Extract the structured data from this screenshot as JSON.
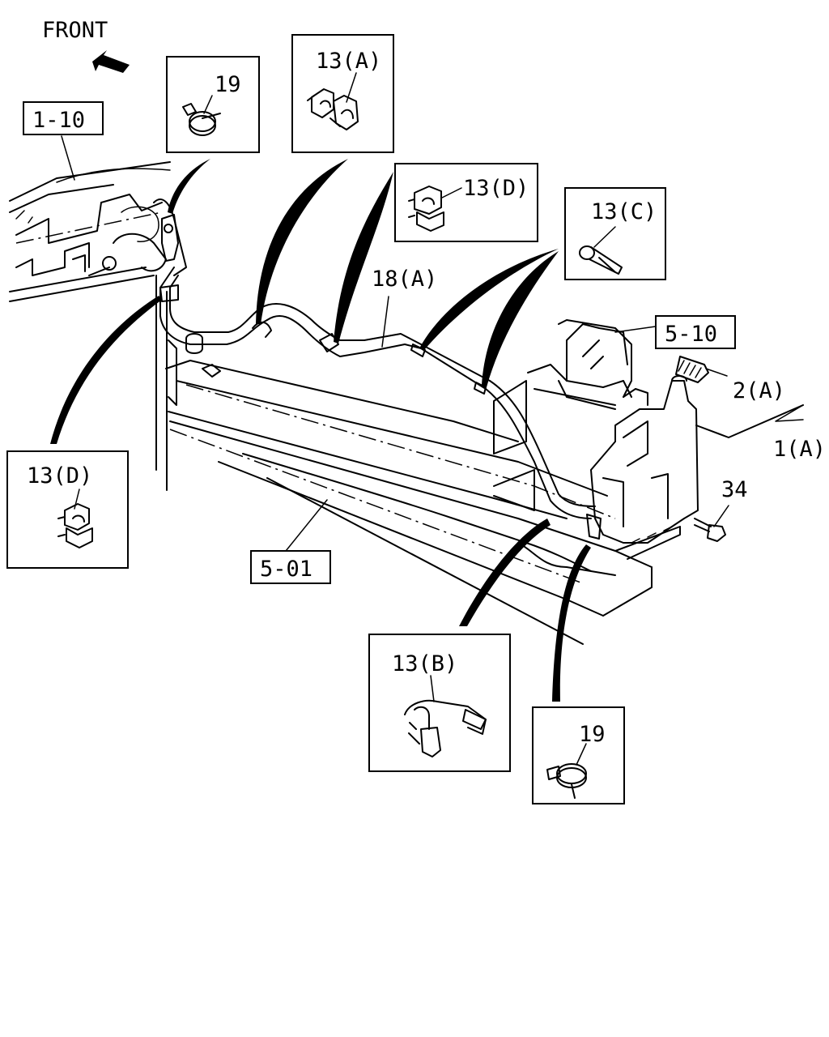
{
  "diagram": {
    "orientation": "FRONT",
    "references": {
      "ref_1_10": "1-10",
      "ref_5_10": "5-10",
      "ref_5_01": "5-01"
    },
    "callouts": {
      "c19_top": "19",
      "c13a": "13(A)",
      "c13d_top": "13(D)",
      "c13c": "13(C)",
      "c13d_left": "13(D)",
      "c13b": "13(B)",
      "c19_bottom": "19"
    },
    "part_labels": {
      "p18a": "18(A)",
      "p2a": "2(A)",
      "p1a": "1(A)",
      "p34": "34"
    }
  }
}
